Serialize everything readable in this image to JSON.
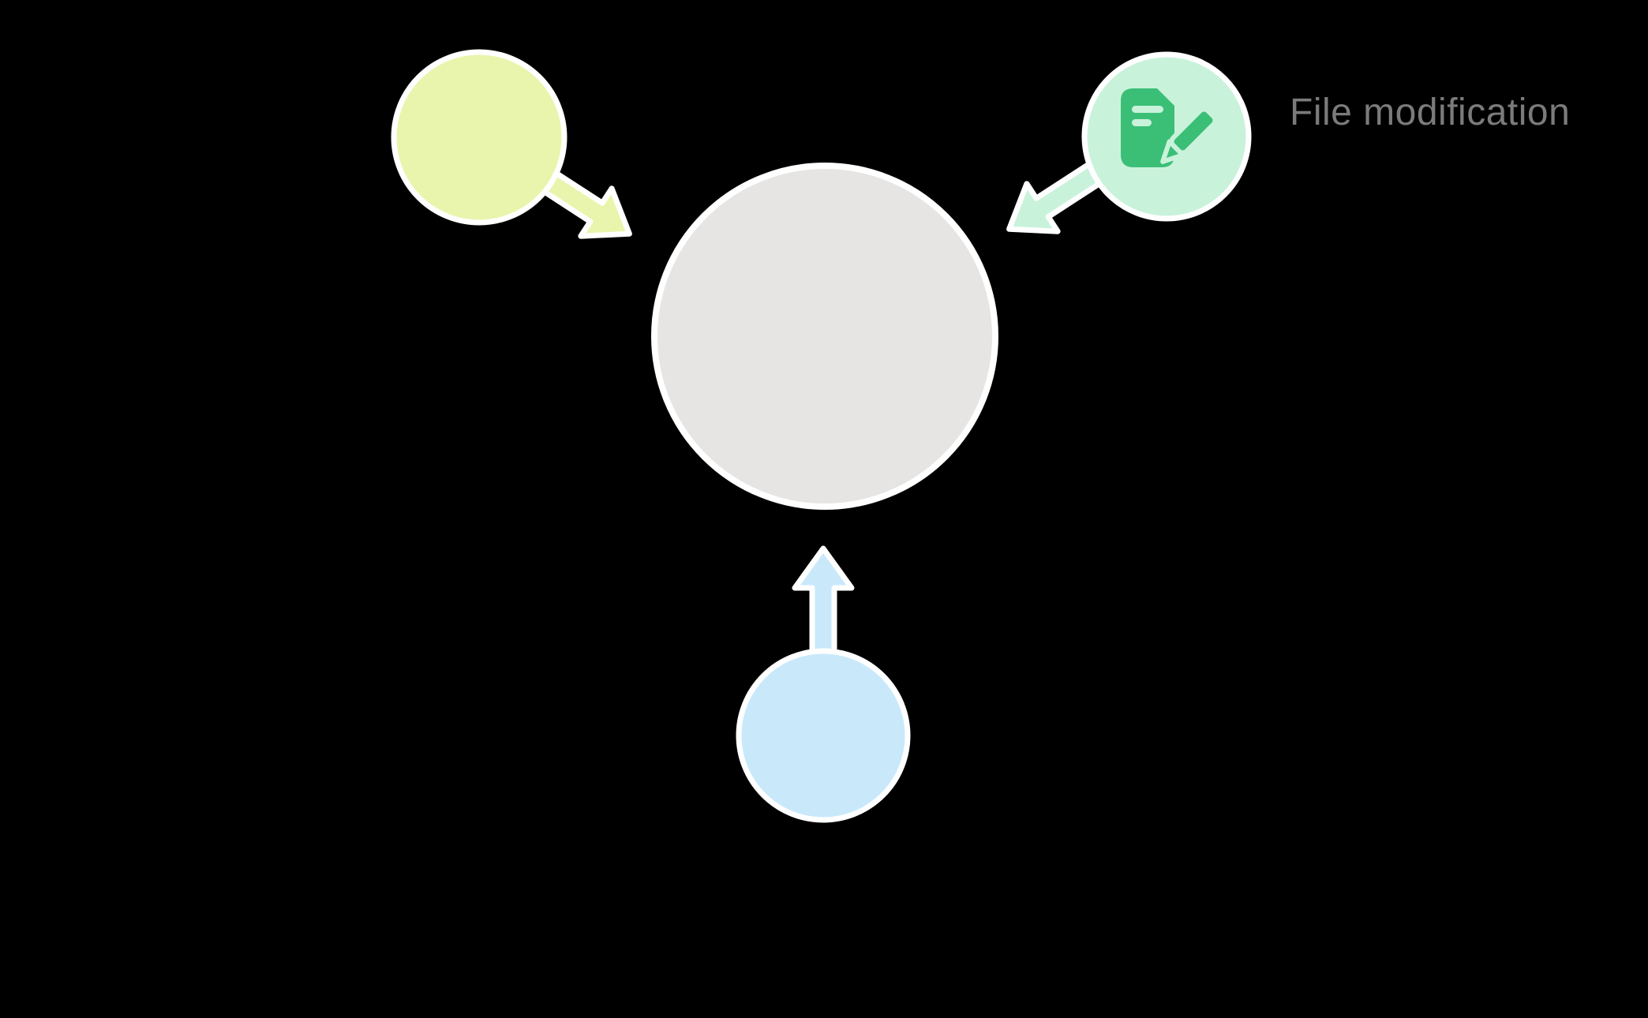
{
  "background": "#000000",
  "nodes": {
    "center": {
      "fill": "#e6e5e4",
      "stroke": "#ffffff"
    },
    "yellow": {
      "fill": "#e9f5ac",
      "stroke": "#ffffff"
    },
    "green": {
      "fill": "#c9f2db",
      "stroke": "#ffffff",
      "icon": "file-edit-icon",
      "icon_color": "#3bbf77",
      "label": "File modification",
      "label_color": "#7b7b7b"
    },
    "blue": {
      "fill": "#c9e9fb",
      "stroke": "#ffffff"
    }
  },
  "arrows": [
    {
      "from": "yellow",
      "to": "center",
      "fill": "#e9f5ac",
      "stroke": "#ffffff"
    },
    {
      "from": "green",
      "to": "center",
      "fill": "#c9f2db",
      "stroke": "#ffffff"
    },
    {
      "from": "blue",
      "to": "center",
      "fill": "#c9e9fb",
      "stroke": "#ffffff"
    }
  ]
}
